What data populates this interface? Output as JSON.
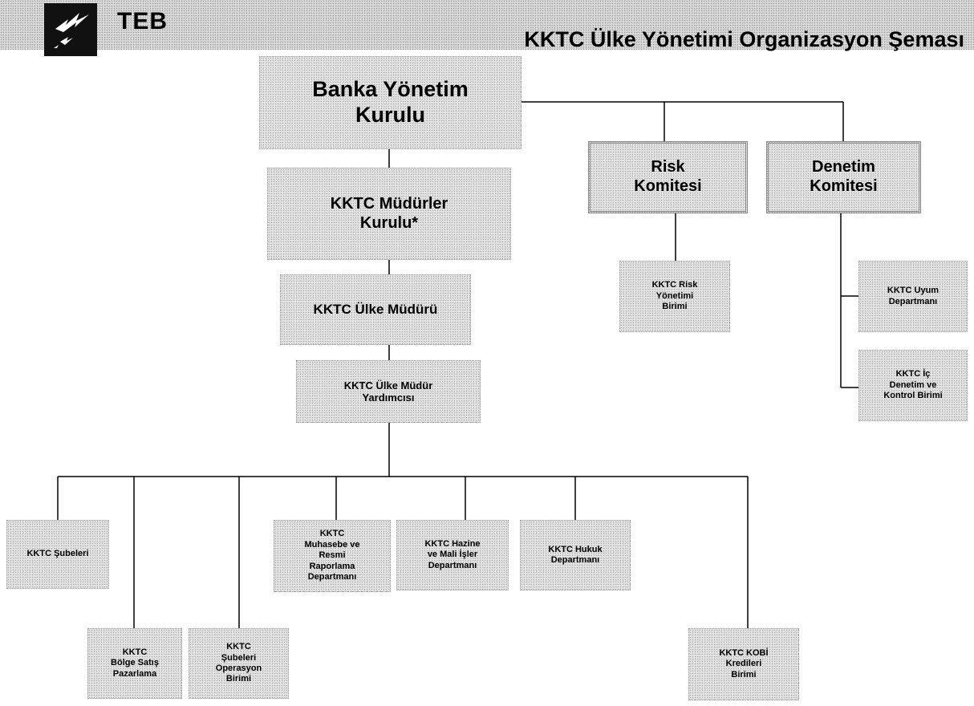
{
  "header": {
    "brand": "TEB",
    "title": "KKTC Ülke Yönetimi Organizasyon Şeması"
  },
  "boxes": {
    "board": "Banka Yönetim\nKurulu",
    "managers_board": "KKTC Müdürler\nKurulu*",
    "country_manager": "KKTC Ülke Müdürü",
    "deputy_manager": "KKTC Ülke Müdür\nYardımcısı",
    "risk_committee": "Risk\nKomitesi",
    "audit_committee": "Denetim\nKomitesi",
    "risk_unit": "KKTC Risk\nYönetimi\nBirimi",
    "compliance": "KKTC Uyum\nDepartmanı",
    "internal_audit": "KKTC İç\nDenetim ve\nKontrol Birimi",
    "branches": "KKTC Şubeleri",
    "regional_sales": "KKTC\nBölge Satış\nPazarlama",
    "branch_ops": "KKTC\nŞubeleri\nOperasyon\nBirimi",
    "accounting": "KKTC\nMuhasebe ve\nResmi\nRaporlama\nDepartmanı",
    "treasury": "KKTC Hazine\nve Mali İşler\nDepartmanı",
    "legal": "KKTC Hukuk\nDepartmanı",
    "sme_credit": "KKTC KOBİ\nKredileri\nBirimi"
  }
}
